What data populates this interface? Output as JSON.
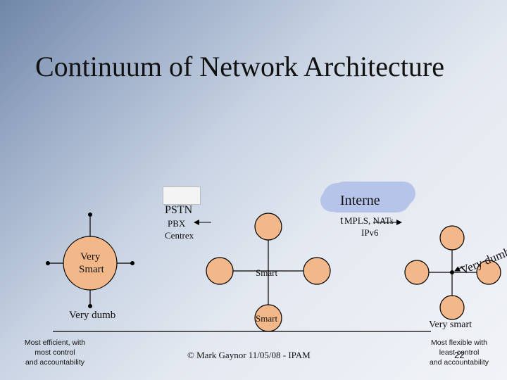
{
  "title": "Continuum of Network Architecture",
  "labels": {
    "pstn": "PSTN",
    "pbx_centrex_1": "PBX",
    "pbx_centrex_2": "Centrex",
    "internet": "Interne",
    "internet_t": "t",
    "mpls_nats": "MPLS, NATs",
    "ipv6": "IPv6",
    "very_smart_1": "Very",
    "very_smart_2": "Smart",
    "very_dumb": "Very dumb",
    "smart_upper": "Smart",
    "smart_lower": "Smart",
    "very_dumb_rotated": "Very dumb",
    "very_smart": "Very smart",
    "left_note_1": "Most efficient, with",
    "left_note_2": "most control",
    "left_note_3": "and accountability",
    "right_note_1": "Most flexible with",
    "right_note_2": "least control",
    "right_note_3": "and accountability",
    "footer": "© Mark Gaynor 11/05/08 - IPAM",
    "page_number": "22"
  },
  "colors": {
    "node_fill": "#f2b889",
    "line": "#000000",
    "cloud": "#b6c4ea"
  }
}
